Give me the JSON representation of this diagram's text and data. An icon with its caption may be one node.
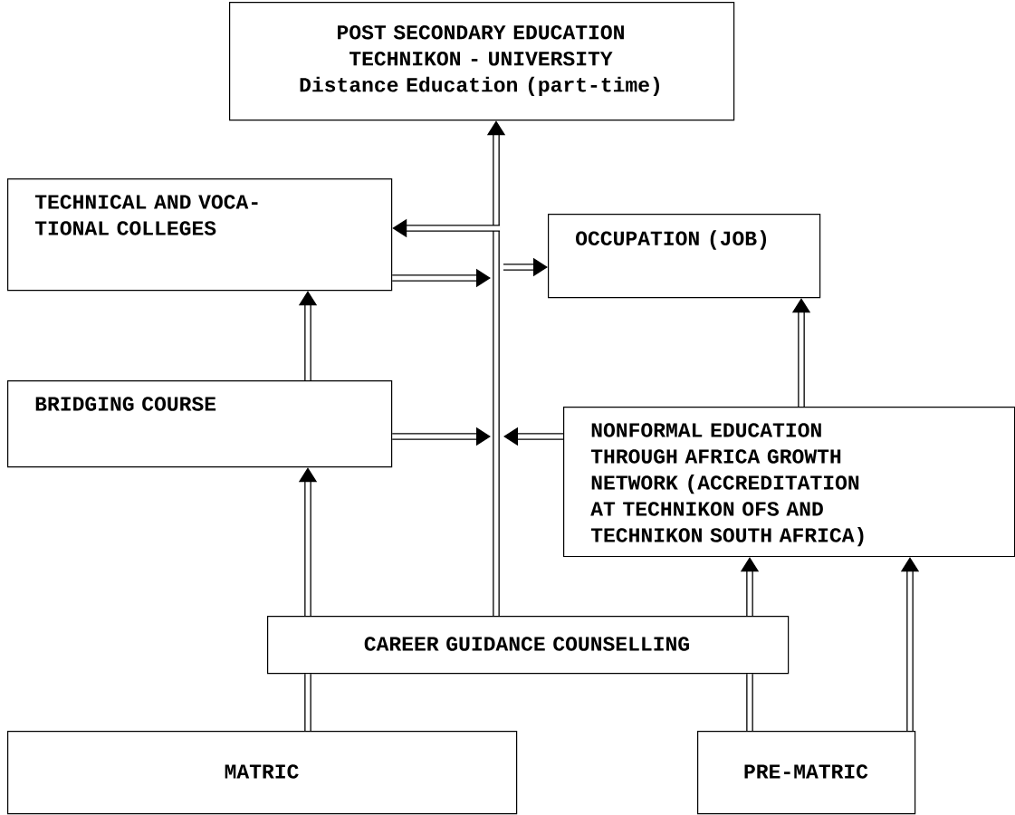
{
  "diagram": {
    "nodes": [
      {
        "text": [
          "POST SECONDARY EDUCATION",
          "TECHNIKON - UNIVERSITY",
          "Distance Education (part-time)"
        ]
      },
      {
        "text": [
          "TECHNICAL AND VOCA- TIONAL COLLEGES"
        ]
      },
      {
        "text": [
          "OCCUPATION (JOB)"
        ]
      },
      {
        "text": [
          "BRIDGING COURSE"
        ]
      },
      {
        "text": [
          "NONFORMAL EDUCATION THROUGH AFRICA GROWTH NETWORK (ACCREDITATION AT TECHNIKON OFS AND TECHNIKON SOUTH AFRICA)"
        ]
      },
      {
        "text": [
          "CAREER GUIDANCE COUNSELLING"
        ]
      },
      {
        "text": [
          "MATRIC"
        ]
      },
      {
        "text": [
          "PRE-MATRIC"
        ]
      }
    ],
    "edges": [
      {
        "from": 6,
        "to": 5,
        "arrow": "none"
      },
      {
        "from": 5,
        "to": 3,
        "arrow": "to"
      },
      {
        "from": 3,
        "to": 1,
        "arrow": "to"
      },
      {
        "from": 5,
        "to": 0,
        "arrow": "to"
      },
      {
        "from": null,
        "to": 1,
        "arrow": "to"
      },
      {
        "from": 1,
        "to": null,
        "arrow": "to"
      },
      {
        "from": null,
        "to": 2,
        "arrow": "to"
      },
      {
        "from": 3,
        "to": null,
        "arrow": "to"
      },
      {
        "from": 4,
        "to": null,
        "arrow": "to"
      },
      {
        "from": 4,
        "to": 2,
        "arrow": "to"
      },
      {
        "from": 7,
        "to": 5,
        "arrow": "none"
      },
      {
        "from": 5,
        "to": 4,
        "arrow": "to"
      },
      {
        "from": 7,
        "to": 4,
        "arrow": "to"
      }
    ]
  }
}
